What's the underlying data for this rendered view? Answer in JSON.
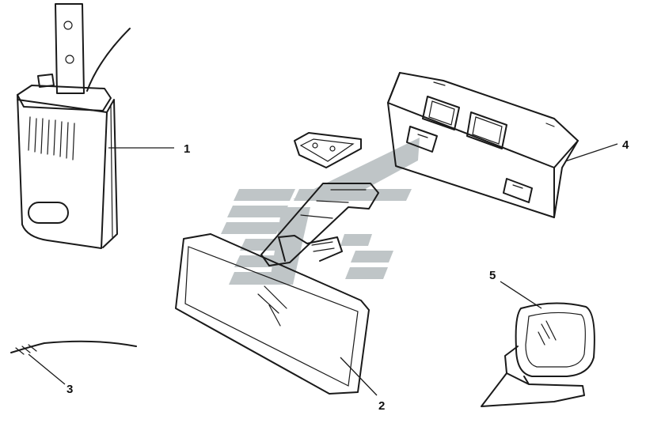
{
  "parts": [
    {
      "number": "1",
      "name": "interior-light-unit"
    },
    {
      "number": "2",
      "name": "rear-view-mirror"
    },
    {
      "number": "3",
      "name": "wire-clip"
    },
    {
      "number": "4",
      "name": "overhead-console"
    },
    {
      "number": "5",
      "name": "side-mirror"
    }
  ],
  "colors": {
    "ink": "#1a1a1a",
    "watermark": "#b4bcbe"
  },
  "icons": {
    "watermark": "watermark-logo-icon"
  }
}
